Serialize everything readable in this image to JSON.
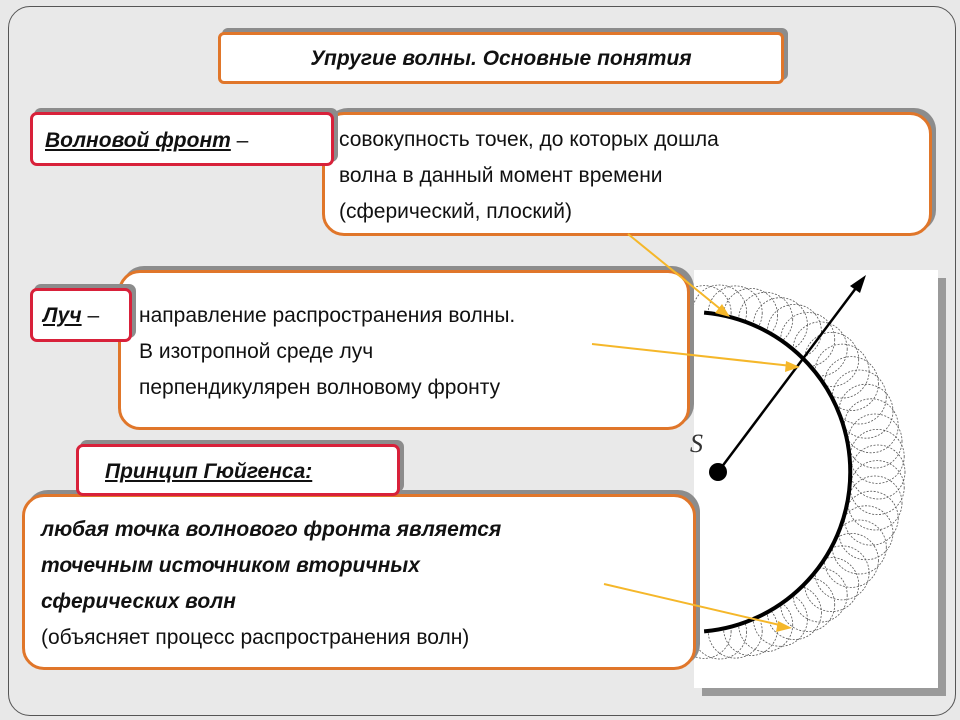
{
  "title": "Упругие волны. Основные понятия",
  "wavefront": {
    "term": "Волновой фронт",
    "dash": "–",
    "lines": [
      "совокупность точек, до которых дошла",
      "волна в данный момент времени",
      "(сферический, плоский)"
    ]
  },
  "ray": {
    "term": "Луч",
    "dash": "–",
    "lines": [
      "направление распространения волны.",
      "В изотропной среде луч",
      "перпендикулярен волновому фронту"
    ]
  },
  "huygens": {
    "term": "Принцип Гюйгенса:",
    "lines_bold": [
      "любая точка волнового фронта является",
      "точечным источником вторичных",
      "сферических волн"
    ],
    "line_normal": "(объясняет процесс распространения волн)"
  },
  "diagram": {
    "source_label": "S"
  },
  "colors": {
    "orange_border": "#e0762a",
    "red_border": "#d8213a",
    "arrow": "#f5b72a"
  }
}
